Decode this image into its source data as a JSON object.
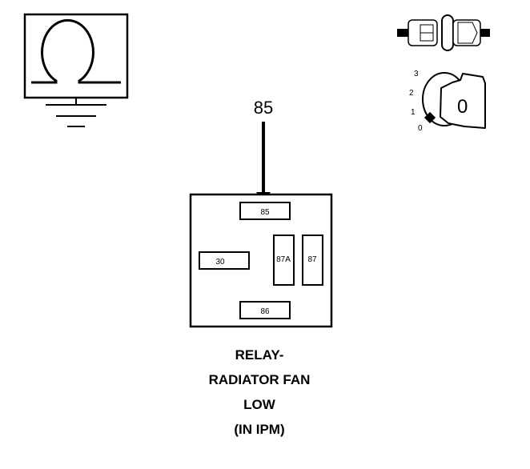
{
  "diagram": {
    "wire_label": "85",
    "relay": {
      "pins": {
        "top": "85",
        "left": "30",
        "center": "87A",
        "right": "87",
        "bottom": "86"
      }
    },
    "caption": {
      "line1": "RELAY-",
      "line2": "RADIATOR FAN",
      "line3": "LOW",
      "line4": "(IN IPM)"
    },
    "ignition_switch": {
      "positions": [
        "3",
        "2",
        "1",
        "0"
      ],
      "key_label": "0"
    },
    "icons": {
      "ohm_meter": "ohmmeter-icon",
      "connector": "connector-icon",
      "ignition": "ignition-key-icon"
    }
  }
}
